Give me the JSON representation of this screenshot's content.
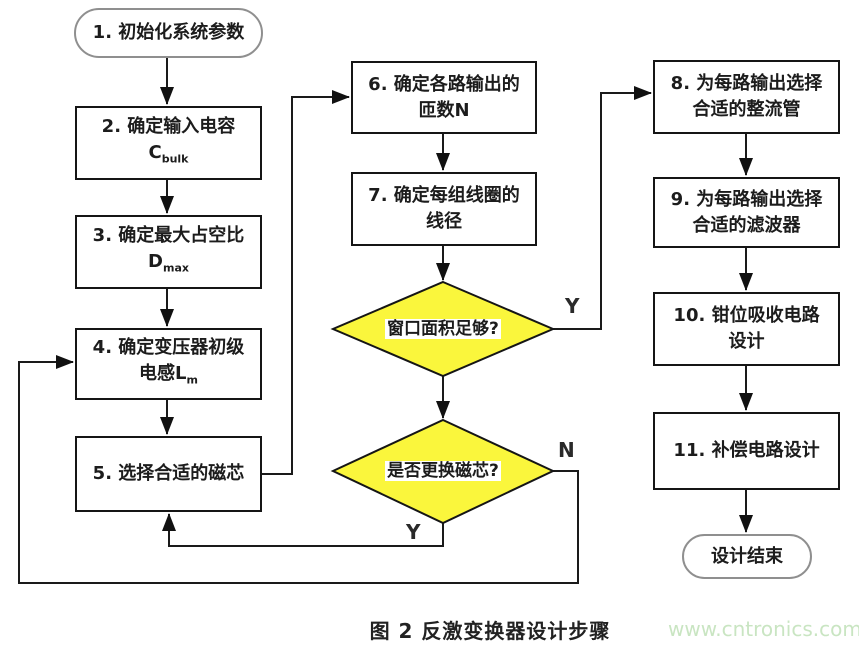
{
  "colors": {
    "diamond": "#FAF63C",
    "wire": "#1a1a1a",
    "stadium_border": "#8f8f8f",
    "watermark": "#c9e5c2"
  },
  "nodes": {
    "start": "1. 初始化系统参数",
    "s2_line1": "2. 确定输入电容",
    "s2_sym": "C",
    "s2_sub": "bulk",
    "s3_line1": "3. 确定最大占空比",
    "s3_sym": "D",
    "s3_sub": "max",
    "s4_line1": "4. 确定变压器初级",
    "s4_line2": "电感L",
    "s4_sub": "m",
    "s5": "5. 选择合适的磁芯",
    "s6_line1": "6. 确定各路输出的",
    "s6_line2": "匝数N",
    "s7_line1": "7. 确定每组线圈的",
    "s7_line2": "线径",
    "d1": "窗口面积足够?",
    "d2": "是否更换磁芯?",
    "s8_line1": "8. 为每路输出选择",
    "s8_line2": "合适的整流管",
    "s9_line1": "9. 为每路输出选择",
    "s9_line2": "合适的滤波器",
    "s10_line1": "10. 钳位吸收电路",
    "s10_line2": "设计",
    "s11": "11. 补偿电路设计",
    "end": "设计结束"
  },
  "branch_labels": {
    "d1_yes": "Y",
    "d2_no": "N",
    "d2_yes": "Y"
  },
  "caption": "图 2 反激变换器设计步骤",
  "watermark": "www.cntronics.com"
}
